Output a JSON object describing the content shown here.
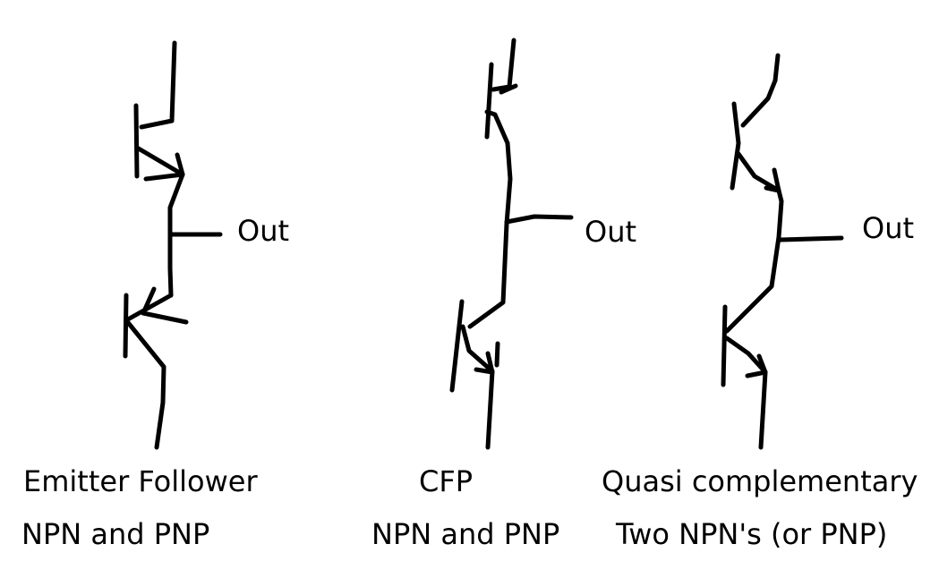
{
  "diagrams": [
    {
      "out_label": "Out",
      "title": "Emitter Follower",
      "subtitle": "NPN and PNP"
    },
    {
      "out_label": "Out",
      "title": "CFP",
      "subtitle": "NPN and PNP"
    },
    {
      "out_label": "Out",
      "title": "Quasi complementary",
      "subtitle": "Two NPN's (or PNP)"
    }
  ]
}
